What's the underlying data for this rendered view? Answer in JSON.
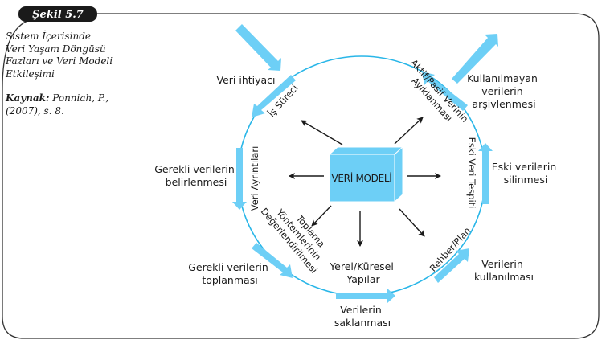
{
  "figure": {
    "tag": "Şekil 5.7",
    "caption_lines": [
      "Sistem İçerisinde",
      "Veri Yaşam Döngüsü",
      "Fazları ve Veri Modeli",
      "Etkileşimi"
    ],
    "source_label": "Kaynak:",
    "source_lines": [
      "Ponniah, P.,",
      "(2007), s. 8."
    ]
  },
  "diagram": {
    "center": "VERİ MODELİ",
    "colors": {
      "accent": "#6dcff6",
      "circle": "#29b6e8",
      "frame": "#333333",
      "arrow": "#1a1a1a"
    },
    "phases": [
      {
        "id": "veri-ihtiyaci",
        "lines": [
          "Veri ihtiyacı"
        ]
      },
      {
        "id": "kullanilmayan",
        "lines": [
          "Kullanılmayan",
          "verilerin",
          "arşivlenmesi"
        ]
      },
      {
        "id": "gerekli-belirlenmesi",
        "lines": [
          "Gerekli verilerin",
          "belirlenmesi"
        ]
      },
      {
        "id": "eski-silinmesi",
        "lines": [
          "Eski verilerin",
          "silinmesi"
        ]
      },
      {
        "id": "gerekli-toplanmasi",
        "lines": [
          "Gerekli verilerin",
          "toplanması"
        ]
      },
      {
        "id": "verilerin-kullanilmasi",
        "lines": [
          "Verilerin",
          "kullanılması"
        ]
      },
      {
        "id": "verilerin-saklanmasi",
        "lines": [
          "Verilerin",
          "saklanması"
        ]
      }
    ],
    "interactions": {
      "is_sureci": "İş Süreci",
      "aktif_pasif": [
        "Aktif/Pasif Verinin",
        "Ayıklanması"
      ],
      "eski_veri_tespiti": "Eski Veri Tespiti",
      "veri_ayrintilari": "Veri Ayrıntıları",
      "toplama": [
        "Toplama",
        "Yöntemlerinin",
        "Değerlendirilmesi"
      ],
      "yerel_kuresel": [
        "Yerel/Küresel",
        "Yapılar"
      ],
      "rehber_plan": "Rehber/Plan"
    }
  }
}
